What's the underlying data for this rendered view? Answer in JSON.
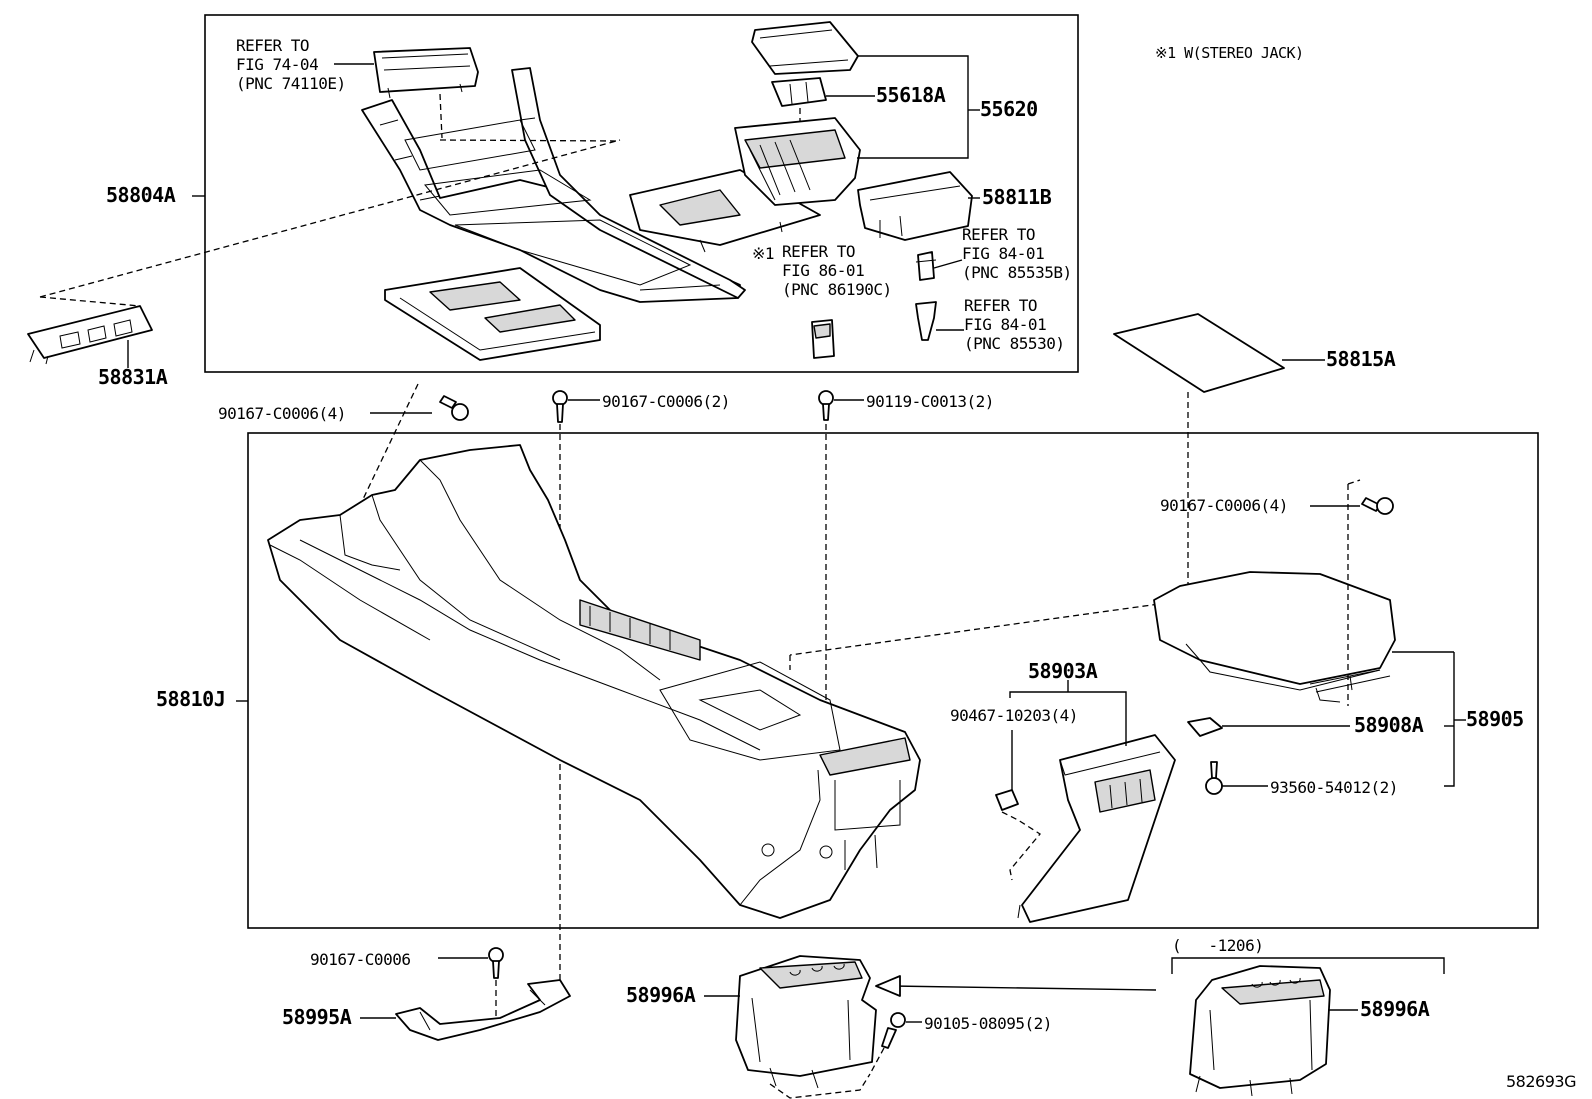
{
  "note": "※1 W(STEREO JACK)",
  "diagram_id": "582693G",
  "labels": {
    "refer_7404_a": "REFER TO",
    "refer_7404_b": "FIG 74-04",
    "refer_7404_c": "(PNC 74110E)",
    "p55618A": "55618A",
    "p55620": "55620",
    "p58804A": "58804A",
    "p58811B": "58811B",
    "refer_8401a_a": "REFER TO",
    "refer_8401a_b": "FIG 84-01",
    "refer_8401a_c": "(PNC 85535B)",
    "refer_8601_mark": "※1",
    "refer_8601_a": "REFER TO",
    "refer_8601_b": "FIG 86-01",
    "refer_8601_c": "(PNC 86190C)",
    "refer_8401b_a": "REFER TO",
    "refer_8401b_b": "FIG 84-01",
    "refer_8401b_c": "(PNC 85530)",
    "p58831A": "58831A",
    "p58815A": "58815A",
    "bolt_a": "90167-C0006(4)",
    "bolt_b": "90167-C0006(2)",
    "bolt_c": "90119-C0013(2)",
    "bolt_d": "90167-C0006(4)",
    "p58810J": "58810J",
    "p58903A": "58903A",
    "clip_a": "90467-10203(4)",
    "p58908A": "58908A",
    "p58905": "58905",
    "screw_a": "93560-54012(2)",
    "bolt_e": "90167-C0006",
    "p58995A": "58995A",
    "p58996A_left": "58996A",
    "screw_b": "90105-08095(2)",
    "range": "(   -1206)",
    "p58996A_right": "58996A"
  }
}
